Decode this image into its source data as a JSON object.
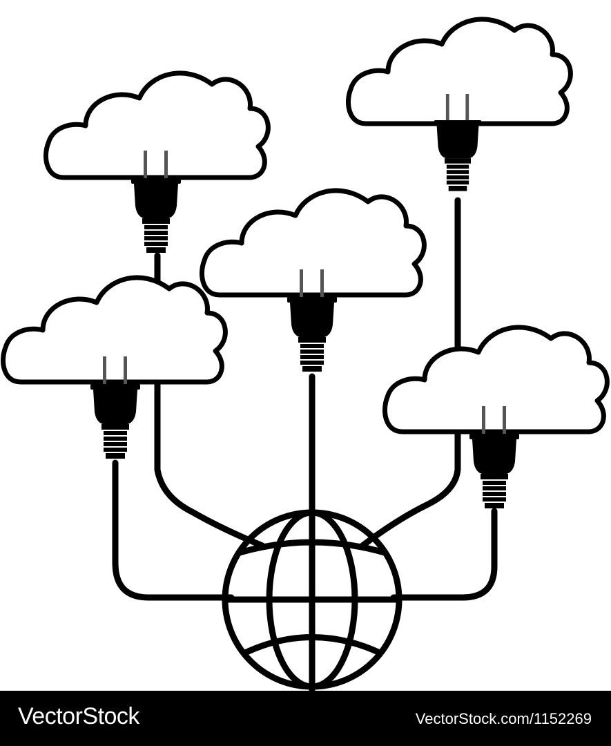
{
  "illustration": {
    "subject": "cloud computing plugs connected to globe",
    "colors": {
      "ink": "#000000",
      "paper": "#ffffff"
    },
    "icons": [
      "cloud-icon",
      "electric-plug-icon",
      "globe-icon"
    ]
  },
  "watermark": {
    "brand": "VectorStock",
    "reference": "VectorStock.com/1152269"
  }
}
